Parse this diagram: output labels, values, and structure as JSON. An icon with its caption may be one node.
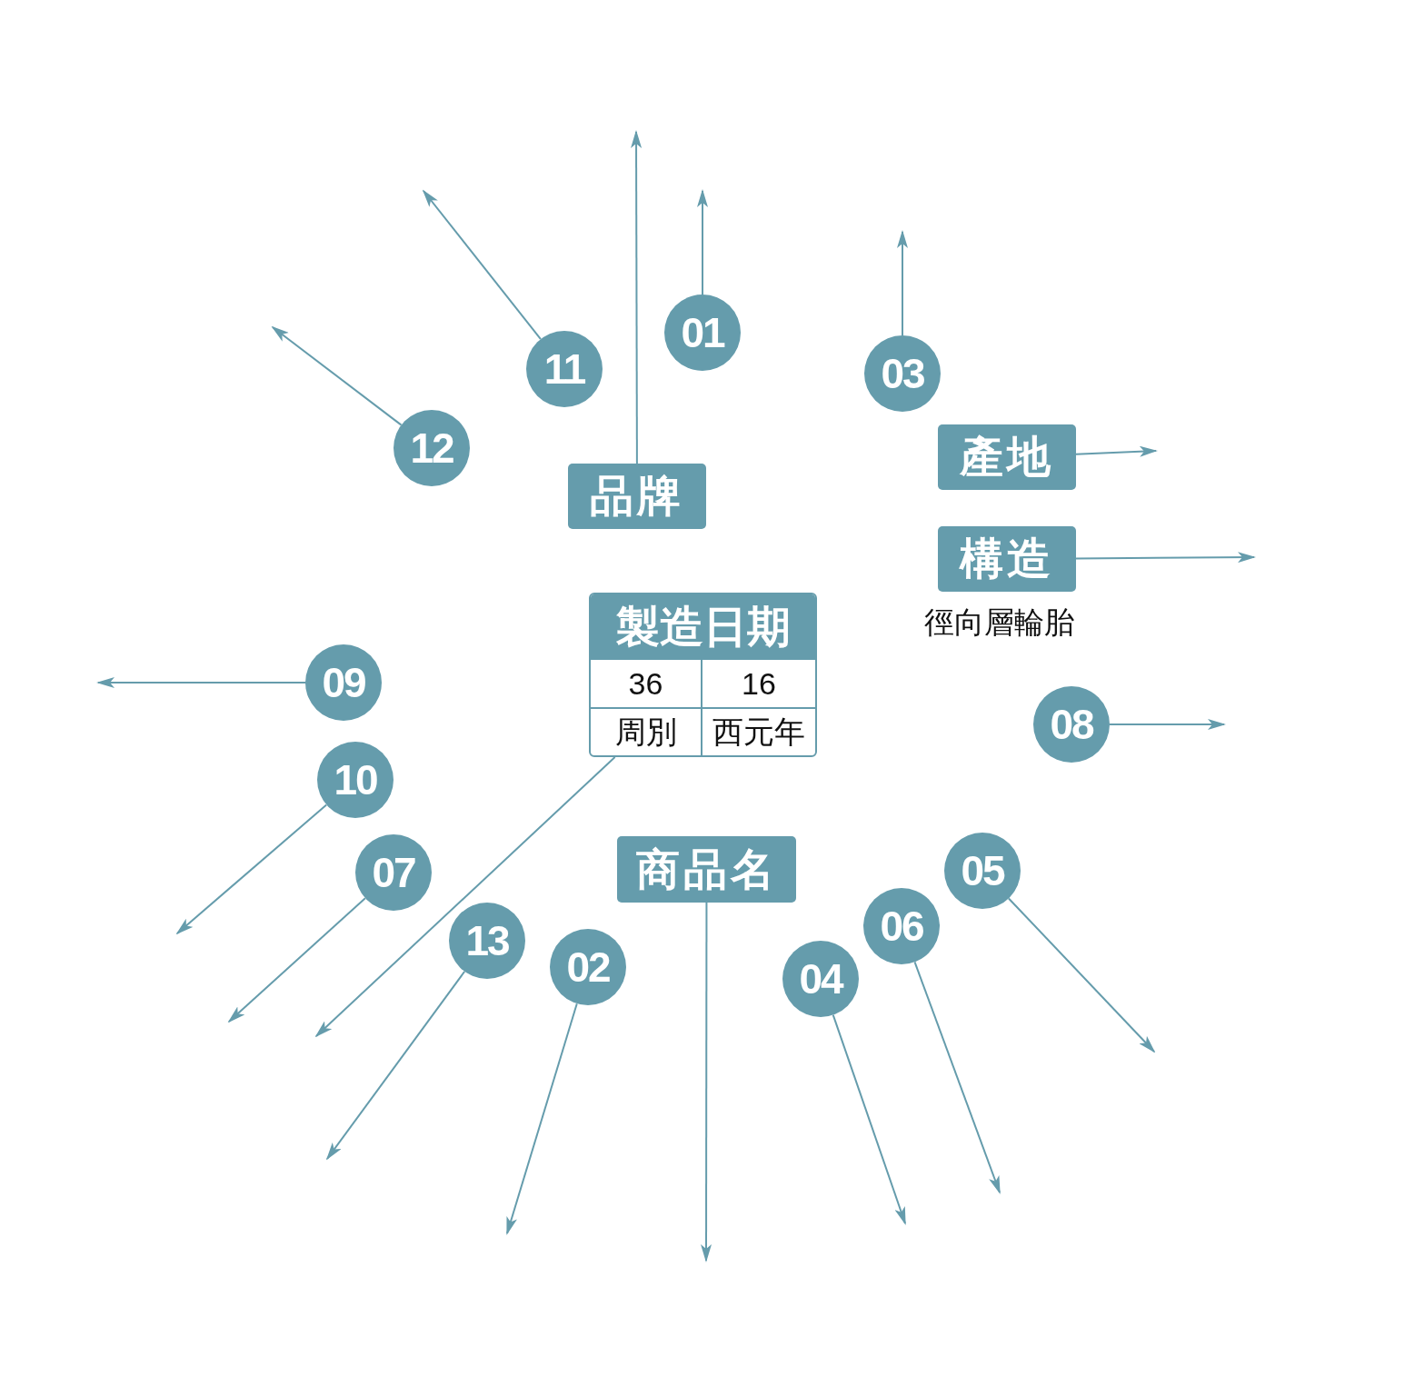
{
  "diagram": {
    "nodes": [
      {
        "text": [
          "01"
        ]
      },
      {
        "text": [
          "11"
        ]
      },
      {
        "text": [
          "03"
        ]
      },
      {
        "text": [
          "12"
        ]
      },
      {
        "text": [
          "產地"
        ]
      },
      {
        "text": [
          "品牌"
        ]
      },
      {
        "text": [
          "構造"
        ],
        "beside": [
          "徑向層輪胎"
        ]
      },
      {
        "text": [
          "製造日期",
          "36",
          "16",
          "周別",
          "西元年"
        ]
      },
      {
        "text": [
          "09"
        ]
      },
      {
        "text": [
          "08"
        ]
      },
      {
        "text": [
          "10"
        ]
      },
      {
        "text": [
          "商品名"
        ]
      },
      {
        "text": [
          "05"
        ]
      },
      {
        "text": [
          "07"
        ]
      },
      {
        "text": [
          "06"
        ]
      },
      {
        "text": [
          "13"
        ]
      },
      {
        "text": [
          "02"
        ]
      },
      {
        "text": [
          "04"
        ]
      }
    ],
    "edges": [
      {
        "from": 0,
        "to": null,
        "arrow": "to"
      },
      {
        "from": 1,
        "to": null,
        "arrow": "to"
      },
      {
        "from": 2,
        "to": null,
        "arrow": "to"
      },
      {
        "from": 3,
        "to": null,
        "arrow": "to"
      },
      {
        "from": 4,
        "to": null,
        "arrow": "to"
      },
      {
        "from": 5,
        "to": null,
        "arrow": "to"
      },
      {
        "from": 6,
        "to": null,
        "arrow": "to"
      },
      {
        "from": 7,
        "to": null,
        "arrow": "to"
      },
      {
        "from": 8,
        "to": null,
        "arrow": "to"
      },
      {
        "from": 9,
        "to": null,
        "arrow": "to"
      },
      {
        "from": 10,
        "to": null,
        "arrow": "to"
      },
      {
        "from": 11,
        "to": null,
        "arrow": "to"
      },
      {
        "from": 12,
        "to": null,
        "arrow": "to"
      },
      {
        "from": 13,
        "to": null,
        "arrow": "to"
      },
      {
        "from": 14,
        "to": null,
        "arrow": "to"
      },
      {
        "from": 15,
        "to": null,
        "arrow": "to"
      },
      {
        "from": 16,
        "to": null,
        "arrow": "to"
      },
      {
        "from": 17,
        "to": null,
        "arrow": "to"
      }
    ]
  }
}
